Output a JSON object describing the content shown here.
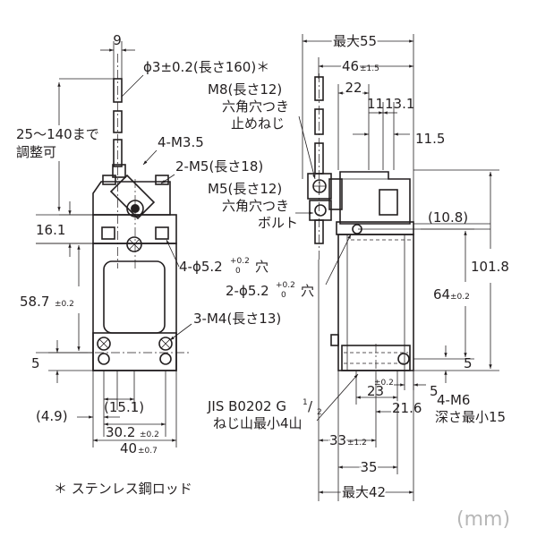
{
  "front_view": {
    "lever_width": "9",
    "rod_label": "ϕ3±0.2(長さ160)＊",
    "adjust_range": "25〜140まで",
    "adjust_range_2": "調整可",
    "screw_m35": "4-M3.5",
    "screw_m5_18": "2-M5(長さ18)",
    "dim_161": "16.1",
    "hole_4": "4-ϕ5.2",
    "hole_4_tol_top": "+0.2",
    "hole_4_tol_bottom": "0",
    "hole_suffix": "穴",
    "dim_587": "58.7",
    "dim_587_tol": "±0.2",
    "screw_m4": "3-M4(長さ13)",
    "dim_5_left": "5",
    "dim_151": "(15.1)",
    "dim_49": "(4.9)",
    "dim_302": "30.2",
    "dim_302_tol": "±0.2",
    "dim_40": "40",
    "dim_40_tol": "±0.7"
  },
  "side_view": {
    "max_55": "最大55",
    "dim_46": "46",
    "dim_46_tol": "±1.5",
    "m8_label": "M8(長さ12)",
    "hex_socket": "六角穴つき",
    "set_screw": "止めねじ",
    "dim_22": "22",
    "dim_11": "11",
    "dim_131": "13.1",
    "dim_115": "11.5",
    "m5_label": "M5(長さ12)",
    "hex_socket_2": "六角穴つき",
    "bolt": "ボルト",
    "dim_108": "(10.8)",
    "dim_1018": "101.8",
    "hole_2": "2-ϕ5.2",
    "hole_2_tol_top": "+0.2",
    "hole_2_tol_bottom": "0",
    "hole_2_suffix": "穴",
    "dim_64": "64",
    "dim_64_tol": "±0.2",
    "dim_5_right": "5",
    "tol_02": "±0.2",
    "dim_23": "23",
    "dim_5_bottom": "5",
    "dim_216": "21.6",
    "m6_label": "4-M6",
    "m6_depth": "深さ最小15",
    "jis_label": "JIS B0202 G",
    "jis_num": "1",
    "jis_slash": "/",
    "jis_den": "2",
    "thread_label": "ねじ山最小4山",
    "dim_33": "33",
    "dim_33_tol": "±1.2",
    "dim_35": "35",
    "max_42": "最大42"
  },
  "footnote": "＊ ステンレス鋼ロッド",
  "unit_label": "(mm)"
}
